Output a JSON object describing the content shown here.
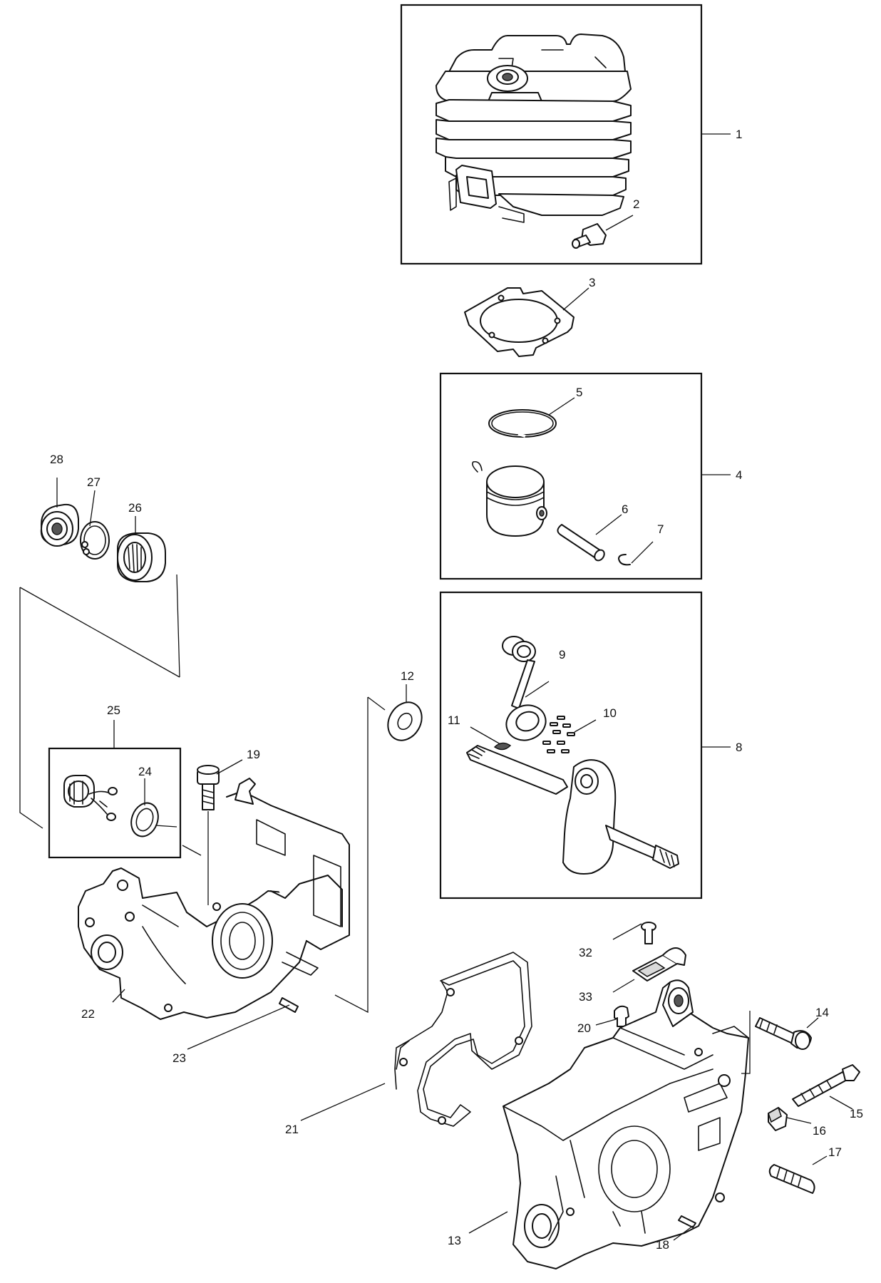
{
  "diagram": {
    "callouts": {
      "c1": "1",
      "c2": "2",
      "c3": "3",
      "c4": "4",
      "c5": "5",
      "c6": "6",
      "c7": "7",
      "c8": "8",
      "c9": "9",
      "c10": "10",
      "c11": "11",
      "c12": "12",
      "c13": "13",
      "c14": "14",
      "c15": "15",
      "c16": "16",
      "c17": "17",
      "c18": "18",
      "c19": "19",
      "c20": "20",
      "c21": "21",
      "c22": "22",
      "c23": "23",
      "c24": "24",
      "c25": "25",
      "c26": "26",
      "c27": "27",
      "c28": "28",
      "c32": "32",
      "c33": "33"
    }
  }
}
